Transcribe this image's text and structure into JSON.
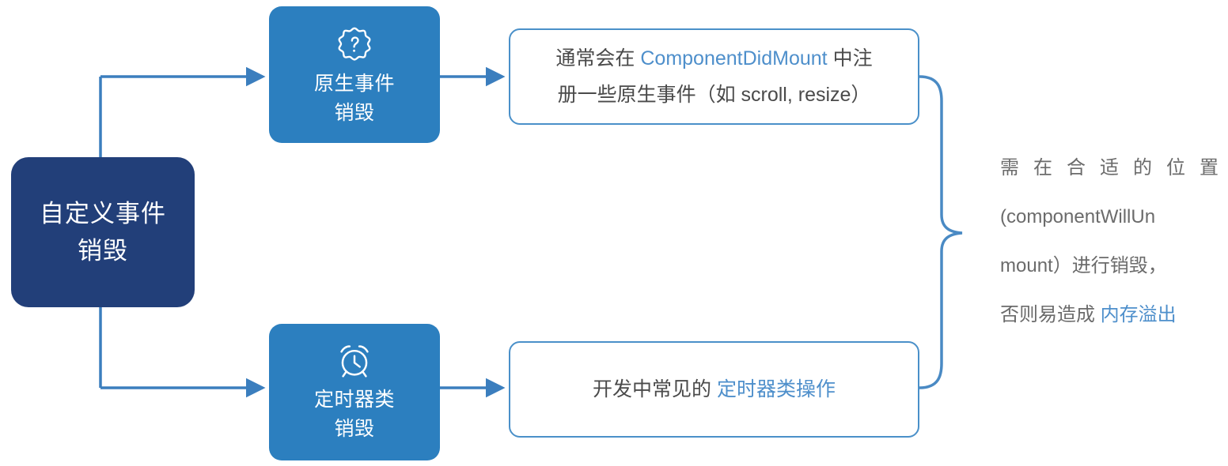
{
  "diagram": {
    "title_node": {
      "lines": [
        "自定义事件",
        "销毁"
      ],
      "color": "#223F79"
    },
    "branches": [
      {
        "id": "native-event",
        "icon": "gear-badge-icon",
        "lines": [
          "原生事件",
          "销毁"
        ],
        "color": "#2C7FBF",
        "card": {
          "line1_prefix": "通常会在 ",
          "line1_highlight": "ComponentDidMount",
          "line1_suffix": " 中注",
          "line2": "册一些原生事件（如 scroll, resize）"
        }
      },
      {
        "id": "timer",
        "icon": "alarm-clock-icon",
        "lines": [
          "定时器类",
          "销毁"
        ],
        "color": "#2C7FBF",
        "card": {
          "line1_prefix": "开发中常见的 ",
          "line1_highlight": "定时器类操作",
          "line1_suffix": "",
          "line2": ""
        }
      }
    ],
    "summary": {
      "line1_chars": [
        "需",
        "在",
        "合",
        "适",
        "的",
        "位",
        "置"
      ],
      "line2": "(componentWillUn",
      "line3": "mount）进行销毁，",
      "line4_prefix": "否则易造成 ",
      "line4_highlight": "内存溢出",
      "highlight_color": "#4E8FCB"
    },
    "connector_color": "#3B7EBE",
    "brace_color": "#4A8AC4"
  }
}
